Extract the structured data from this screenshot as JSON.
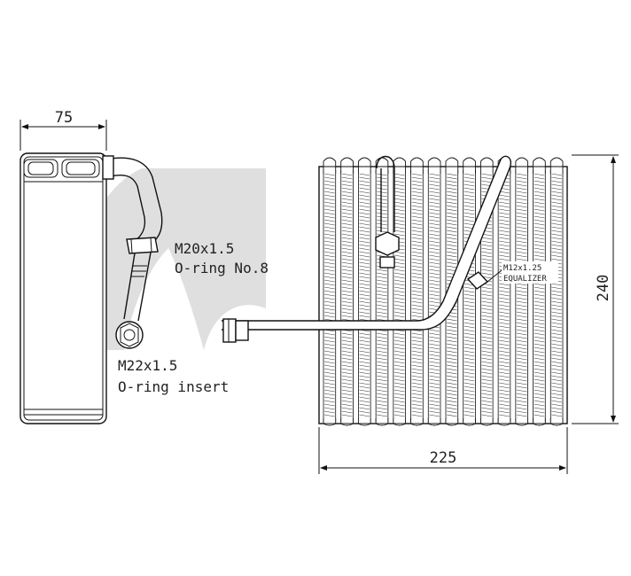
{
  "watermark": "ac",
  "side_view": {
    "width_dimension": "75"
  },
  "front_view": {
    "height_dimension": "240",
    "width_dimension": "225"
  },
  "callouts": {
    "upper_fitting_thread": "M20x1.5",
    "upper_fitting_oring": "O-ring No.8",
    "lower_fitting_thread": "M22x1.5",
    "lower_fitting_oring": "O-ring insert",
    "equalizer_thread": "M12x1.25",
    "equalizer_name": "EQUALIZER"
  },
  "colors": {
    "line": "#111111",
    "watermark": "#d9d9d9"
  }
}
